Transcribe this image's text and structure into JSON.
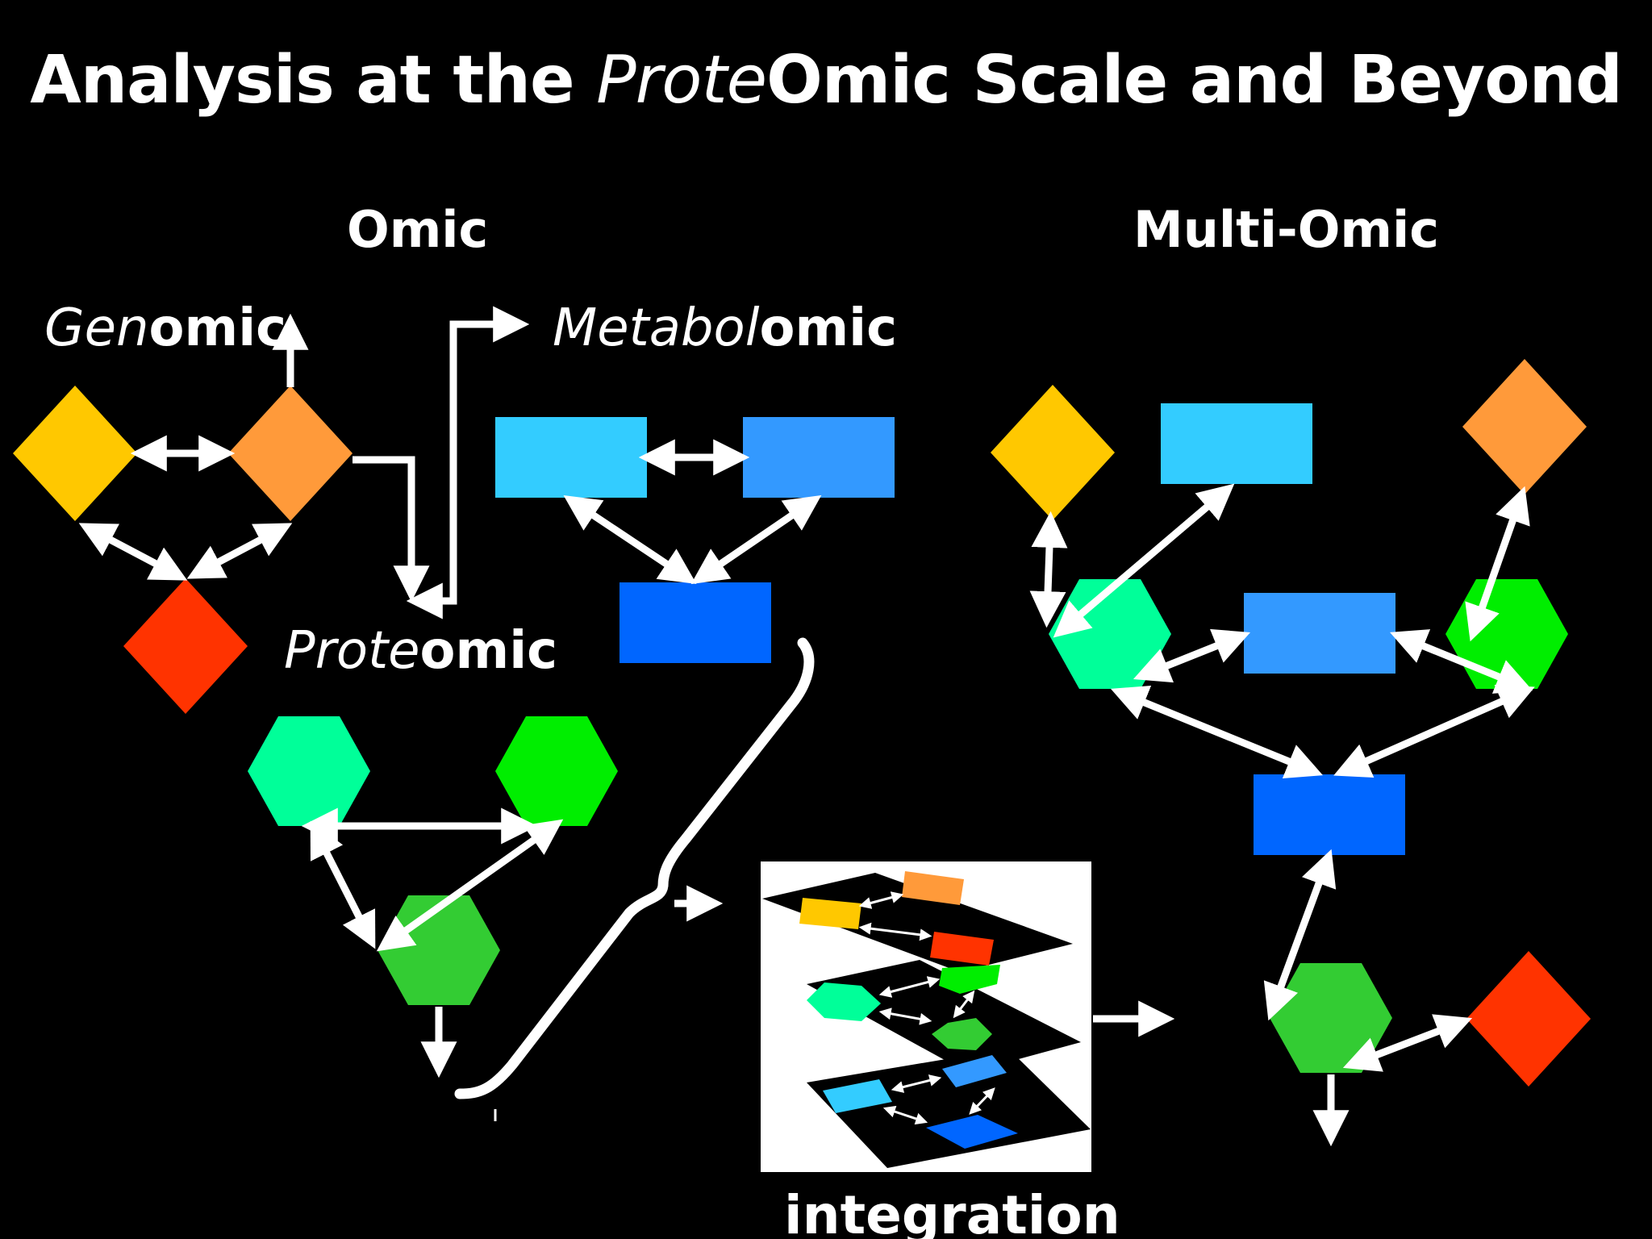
{
  "title": {
    "part1": "Analysis at the ",
    "italic": "Prote",
    "part2": "Omic Scale and Beyond"
  },
  "headings": {
    "omic": "Omic",
    "multi": "Multi-Omic"
  },
  "labels": {
    "genomic": {
      "italic": "Gen",
      "bold": "omic"
    },
    "metabolomic": {
      "italic": "Metabol",
      "bold": "omic"
    },
    "proteomic": {
      "italic": "Prote",
      "bold": "omic"
    },
    "integration": "integration"
  },
  "colors": {
    "gene_yellow": "#FFC800",
    "gene_orange": "#FF9A3A",
    "gene_red": "#FF3300",
    "metab_light": "#33CCFF",
    "metab_mid": "#3399FF",
    "metab_dark": "#0066FF",
    "prot_teal": "#00FF99",
    "prot_green": "#00EE00",
    "prot_mid": "#33CC33",
    "arrow": "#FFFFFF",
    "background": "#000000"
  }
}
